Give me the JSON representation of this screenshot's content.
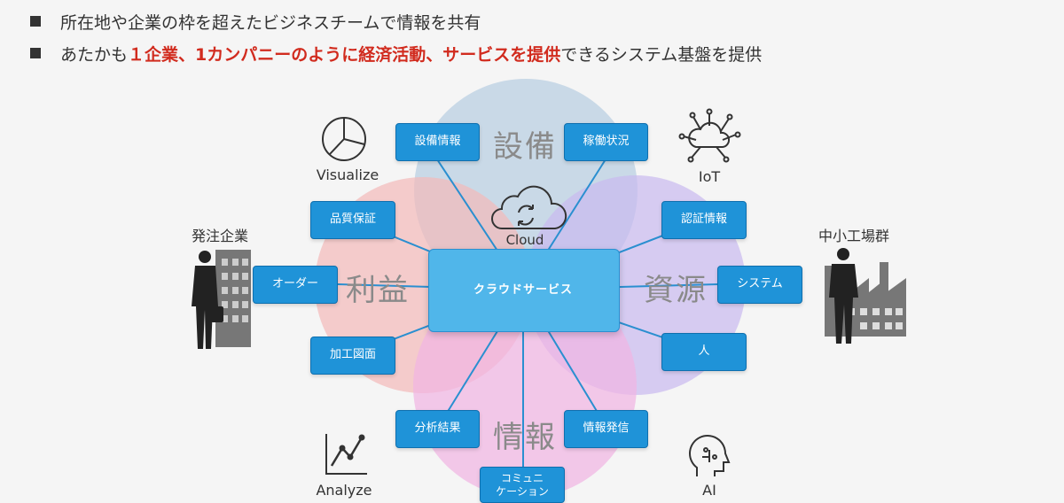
{
  "bullets": {
    "line1": "所在地や企業の枠を超えたビジネスチームで情報を共有",
    "line2_pre": "あたかも",
    "line2_red1": "１企業、1カンパニーのように経済活動、サービスを提供",
    "line2_post": "できるシステム基盤を提供"
  },
  "center_label": "クラウドサービス",
  "cloud_label": "Cloud",
  "circles": {
    "top": "設備",
    "left": "利益",
    "right": "資源",
    "bottom": "情報"
  },
  "boxes": {
    "setsubi_joho": "設備情報",
    "kado_jokyo": "稼働状況",
    "hinshitsu": "品質保証",
    "ninsho": "認証情報",
    "order": "オーダー",
    "system": "システム",
    "kako_zumen": "加工図面",
    "hito": "人",
    "bunseki": "分析結果",
    "joho_hasshin": "情報発信",
    "comm1": "コミュニ",
    "comm2": "ケーション"
  },
  "corners": {
    "visualize": "Visualize",
    "iot": "IoT",
    "analyze": "Analyze",
    "ai": "AI",
    "orderer": "発注企業",
    "factories": "中小工場群"
  },
  "colors": {
    "circle_top": "#b9cfe2",
    "circle_left": "#f3b9b9",
    "circle_right": "#c9b9ef",
    "circle_bottom": "#f1b3e2",
    "box_blue": "#1f93d8",
    "center": "#50b6ea",
    "accent_red": "#d12b1e"
  }
}
